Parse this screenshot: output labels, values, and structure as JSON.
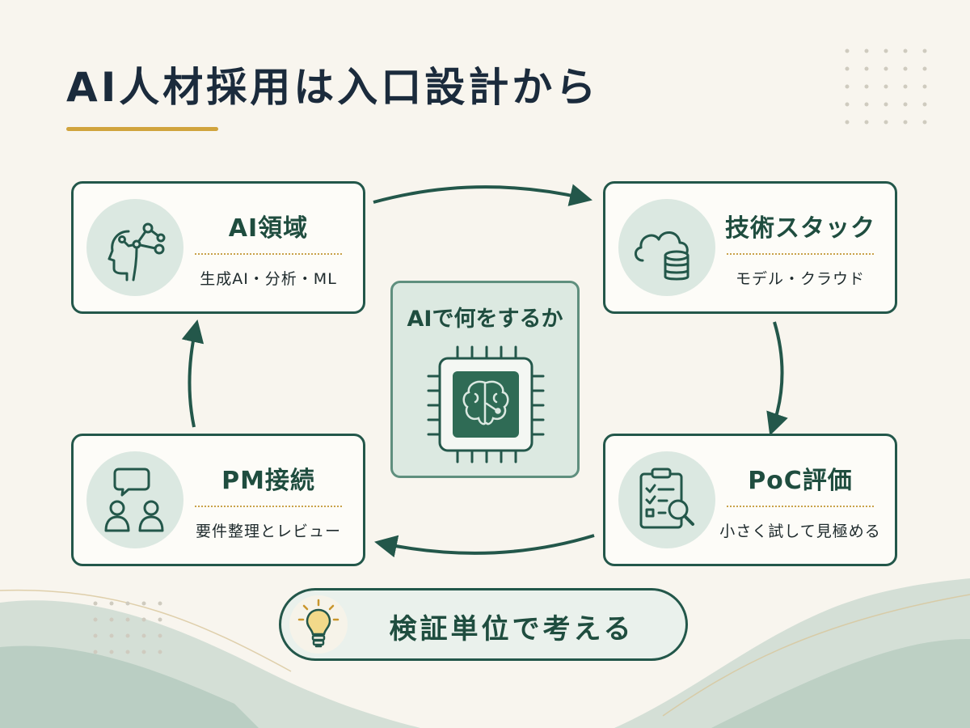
{
  "title": "AI人材採用は入口設計から",
  "center": {
    "label": "AIで何をするか",
    "icon": "brain-chip-icon"
  },
  "cycle": [
    {
      "title": "AI領域",
      "subtitle": "生成AI・分析・ML",
      "icon": "ai-head-network-icon"
    },
    {
      "title": "技術スタック",
      "subtitle": "モデル・クラウド",
      "icon": "cloud-database-icon"
    },
    {
      "title": "PoC評価",
      "subtitle": "小さく試して見極める",
      "icon": "checklist-magnifier-icon"
    },
    {
      "title": "PM接続",
      "subtitle": "要件整理とレビュー",
      "icon": "people-chat-icon"
    }
  ],
  "footer": {
    "label": "検証単位で考える",
    "icon": "lightbulb-icon"
  },
  "colors": {
    "primary": "#23574a",
    "accent": "#d1a43d",
    "title": "#1b2b3c",
    "background": "#f8f5ee",
    "icon_bg": "#dbe8e1"
  }
}
